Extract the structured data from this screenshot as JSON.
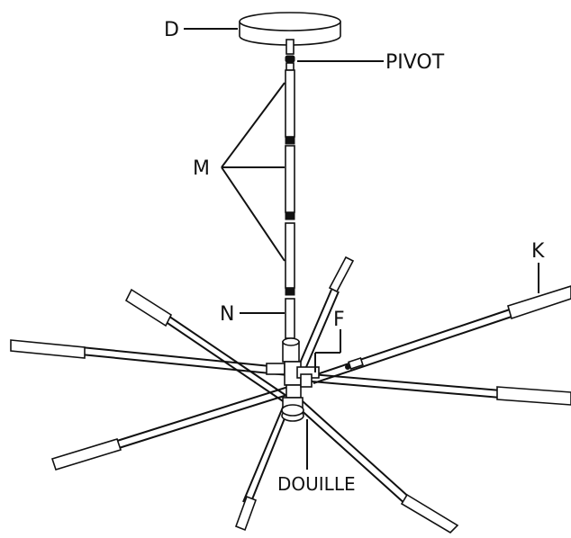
{
  "labels": {
    "d": "D",
    "pivot": "PIVOT",
    "m": "M",
    "n": "N",
    "f": "F",
    "k": "K",
    "douille": "DOUILLE"
  },
  "colors": {
    "line": "#111111",
    "fill": "#ffffff"
  }
}
